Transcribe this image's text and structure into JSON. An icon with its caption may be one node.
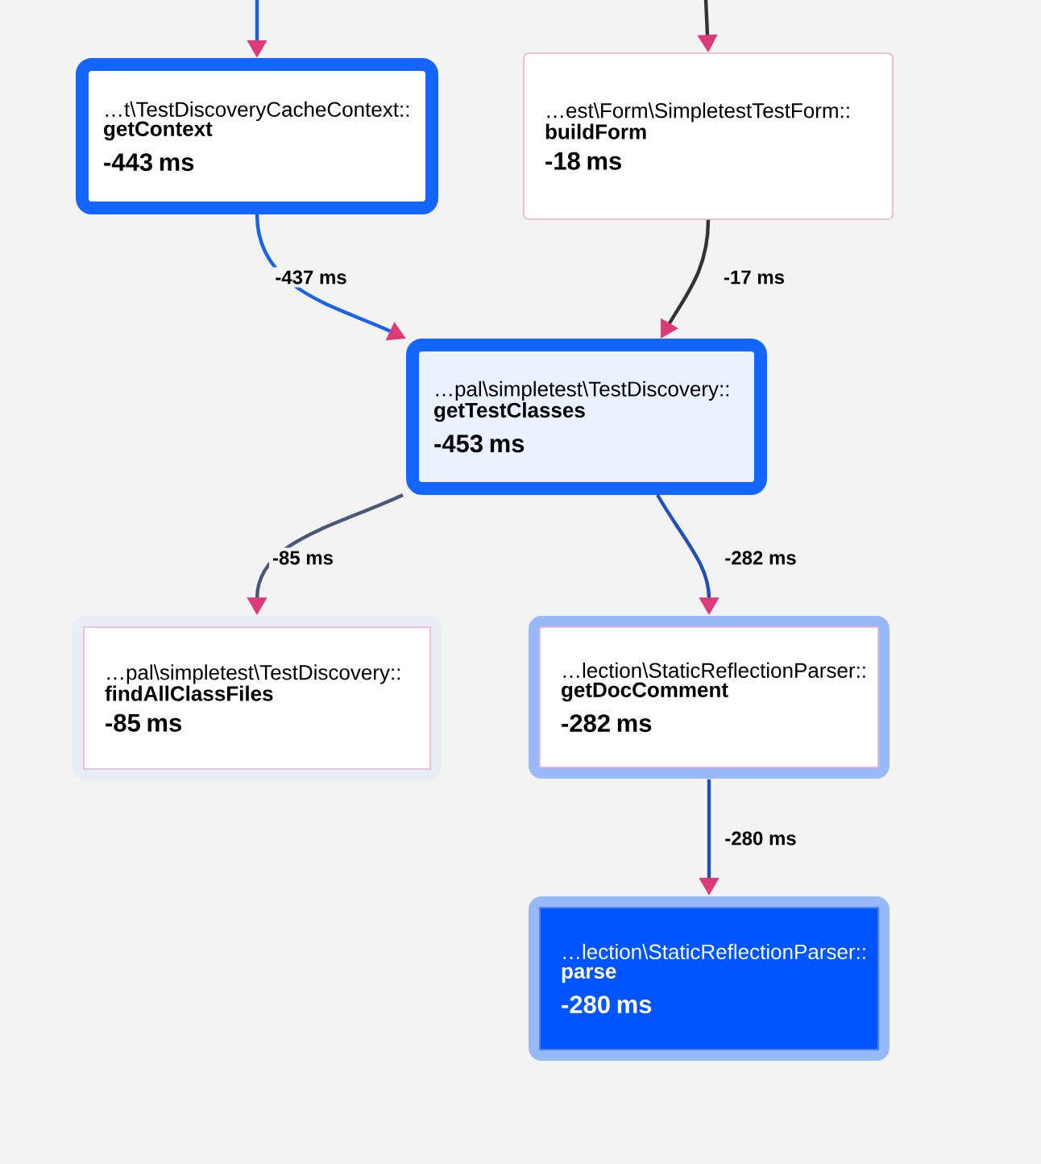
{
  "diagram": {
    "nodes": [
      {
        "text": [
          "…t\\TestDiscoveryCacheContext::",
          "getContext",
          "-443 ms"
        ]
      },
      {
        "text": [
          "…est\\Form\\SimpletestTestForm::",
          "buildForm",
          "-18 ms"
        ]
      },
      {
        "text": [
          "…pal\\simpletest\\TestDiscovery::",
          "getTestClasses",
          "-453 ms"
        ]
      },
      {
        "text": [
          "…pal\\simpletest\\TestDiscovery::",
          "findAllClassFiles",
          "-85 ms"
        ]
      },
      {
        "text": [
          "…lection\\StaticReflectionParser::",
          "getDocComment",
          "-282 ms"
        ]
      },
      {
        "text": [
          "…lection\\StaticReflectionParser::",
          "parse",
          "-280 ms"
        ]
      }
    ],
    "edges": [
      {
        "from": null,
        "to": 0,
        "arrow": "to",
        "color": "#1a62e8"
      },
      {
        "from": null,
        "to": 1,
        "arrow": "to",
        "color": "#333333"
      },
      {
        "from": 0,
        "to": 2,
        "arrow": "to",
        "label": "-437 ms",
        "color": "#1a62e8"
      },
      {
        "from": 1,
        "to": 2,
        "arrow": "to",
        "label": "-17 ms",
        "color": "#333333"
      },
      {
        "from": 2,
        "to": 3,
        "arrow": "to",
        "label": "-85 ms",
        "color": "#4a5878"
      },
      {
        "from": 2,
        "to": 4,
        "arrow": "to",
        "label": "-282 ms",
        "color": "#1f4fb8"
      },
      {
        "from": 4,
        "to": 5,
        "arrow": "to",
        "label": "-280 ms",
        "color": "#1f4fb8"
      }
    ]
  }
}
